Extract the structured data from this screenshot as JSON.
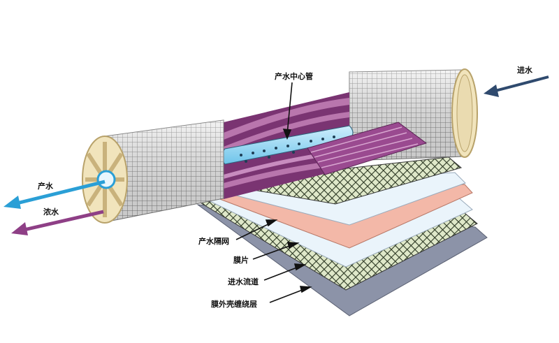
{
  "labels": {
    "center_tube": "产水中心管",
    "feed_in": "进水",
    "permeate_out": "产水",
    "concentrate_out": "浓水",
    "permeate_spacer": "产水隔网",
    "membrane_sheet": "膜片",
    "feed_channel": "进水流道",
    "outer_wrap": "膜外壳缠绕层"
  },
  "colors": {
    "permeate_arrow": "#2a9fd6",
    "concentrate_arrow": "#8e3f86",
    "feed_arrow": "#2f4a6e",
    "membrane_sheet": "#f3b8a8",
    "spacer_mesh": "#2e3a25",
    "outer_wrap": "#8c93a8",
    "envelope_purple": "#8a3d82"
  }
}
